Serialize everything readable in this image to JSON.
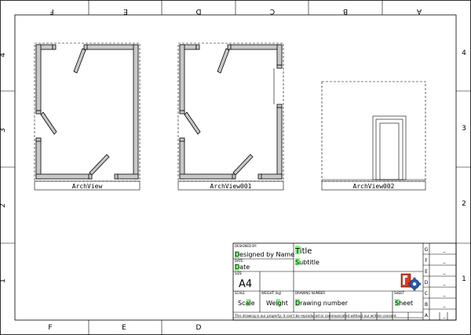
{
  "border": {
    "cols_top": [
      "F",
      "E",
      "D",
      "C",
      "B",
      "A"
    ],
    "cols_bottom": [
      "F",
      "E",
      "D"
    ],
    "rows": [
      "4",
      "3",
      "2",
      "1"
    ]
  },
  "views": [
    {
      "label": "ArchView"
    },
    {
      "label": "ArchView001"
    },
    {
      "label": "ArchView002"
    }
  ],
  "title_block": {
    "designed_by_caption": "DESIGNED BY:",
    "designed_by_value": "Designed by Name",
    "date_caption": "DATE:",
    "date_value": "Date",
    "size_caption": "SIZE",
    "size_value": "A4",
    "scale_caption": "SCALE",
    "scale_value": "Scale",
    "weight_caption": "WEIGHT (kg)",
    "weight_value": "Weight",
    "drawing_number_caption": "DRAWING NUMBER",
    "drawing_number_value": "Drawing number",
    "sheet_caption": "SHEET",
    "sheet_value": "Sheet",
    "title_value": "Title",
    "subtitle_value": "Subtitle",
    "disclaimer": "This drawing is our property; it can't be reproduced or communicated without our written consent.",
    "revision_letters": [
      "G",
      "F",
      "E",
      "D",
      "C",
      "B",
      "A"
    ],
    "revision_marks": [
      "_",
      "_",
      "_",
      "_",
      "_",
      "_",
      "_"
    ]
  },
  "colors": {
    "highlight": "#7fff7f",
    "wall_fill": "#c8c8c8",
    "logo_red": "#e03a1e",
    "logo_blue": "#2a5db0"
  },
  "icons": [
    "freecad-logo-icon"
  ]
}
